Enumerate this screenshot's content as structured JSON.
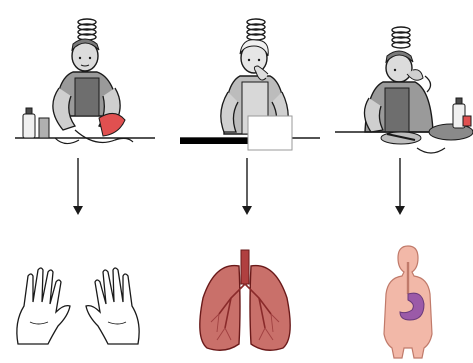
{
  "panels": [
    {
      "worker": "worker-hand-exposure",
      "route": "skin",
      "organ": "hands-icon"
    },
    {
      "worker": "worker-inhalation-exposure",
      "route": "inhalation",
      "organ": "lungs-icon"
    },
    {
      "worker": "worker-ingestion-exposure",
      "route": "ingestion",
      "organ": "digestive-tract-icon"
    }
  ],
  "colors": {
    "outline": "#1a1a1a",
    "skin_red": "#e05050",
    "lung_fill": "#c9706a",
    "lung_dark": "#8a2a2a",
    "body_fill": "#f2b8a8",
    "stomach": "#9b5aa8",
    "shirt": "#8a8a8a",
    "bench": "#000000"
  }
}
